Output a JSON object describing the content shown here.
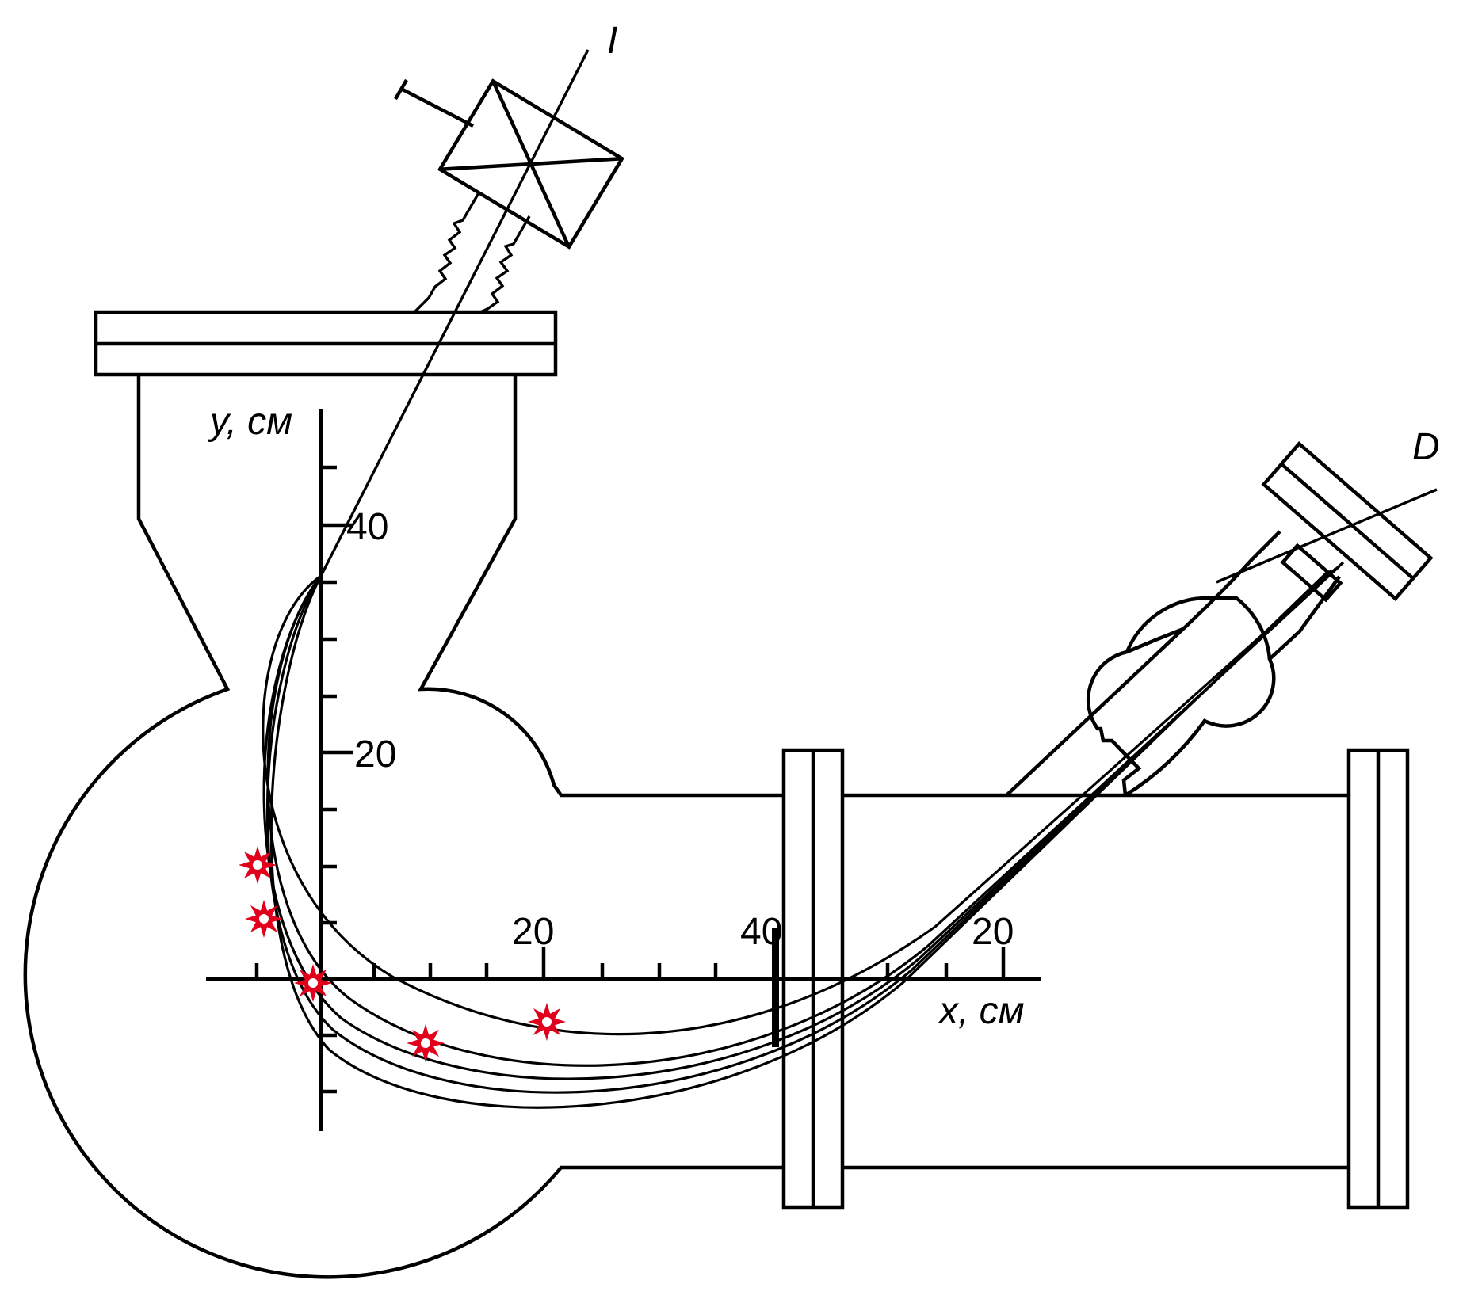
{
  "labels": {
    "y_axis": "y, см",
    "x_axis": "x, см",
    "beam_label": "I",
    "detector_label": "D"
  },
  "y_ticks": [
    "40",
    "20"
  ],
  "x_ticks": [
    "20",
    "40",
    "20"
  ],
  "colors": {
    "lines": "#000000",
    "markers": "#e0001b",
    "background": "#ffffff"
  },
  "markers": {
    "count": 5,
    "shape": "red-star"
  }
}
